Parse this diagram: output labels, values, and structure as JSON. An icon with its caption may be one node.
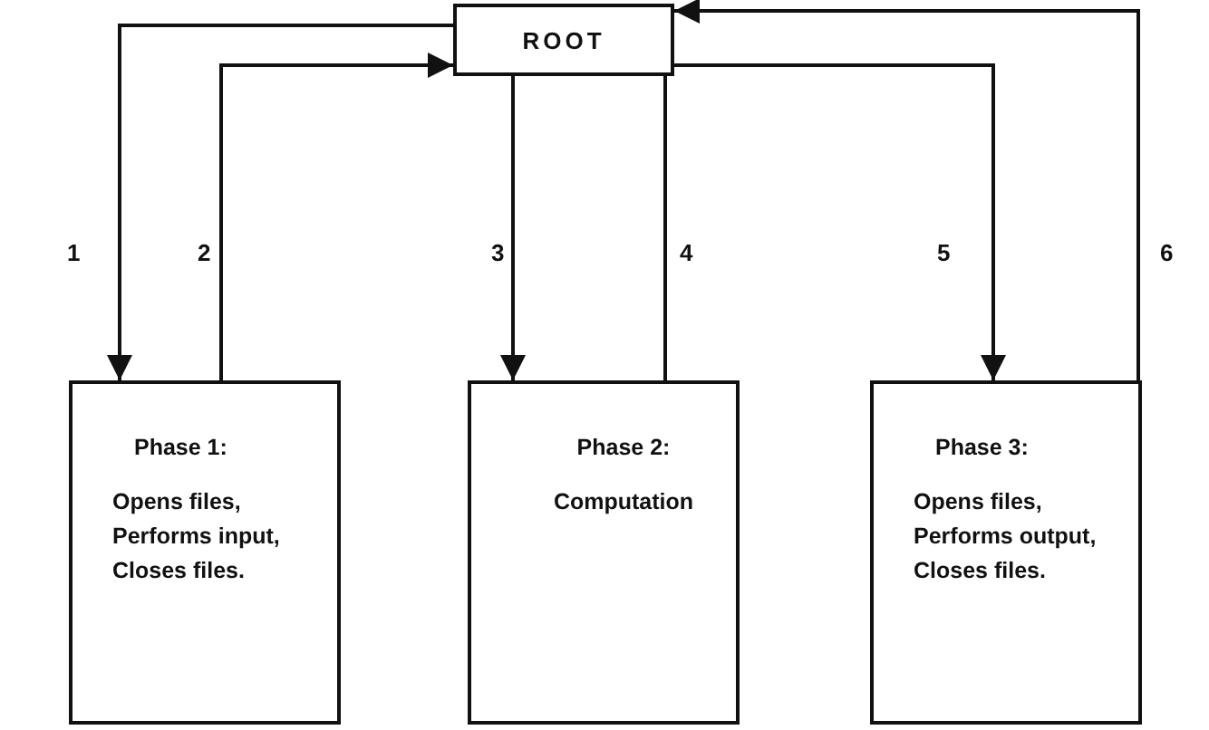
{
  "diagram": {
    "nodes": [
      {
        "text": [
          "ROOT"
        ]
      },
      {
        "text": [
          "Phase 1:",
          "Opens files, Performs input, Closes files."
        ]
      },
      {
        "text": [
          "Phase 2:",
          "Computation"
        ]
      },
      {
        "text": [
          "Phase 3:",
          "Opens files, Performs output, Closes files."
        ]
      }
    ],
    "edges": [
      {
        "from": 0,
        "to": 1,
        "arrow": "to",
        "label": "1"
      },
      {
        "from": 1,
        "to": 0,
        "arrow": "to",
        "label": "2"
      },
      {
        "from": 0,
        "to": 2,
        "arrow": "to",
        "label": "3"
      },
      {
        "from": 2,
        "to": 0,
        "arrow": "none",
        "label": "4"
      },
      {
        "from": 0,
        "to": 3,
        "arrow": "to",
        "label": "5"
      },
      {
        "from": 3,
        "to": 0,
        "arrow": "to",
        "label": "6"
      }
    ]
  }
}
